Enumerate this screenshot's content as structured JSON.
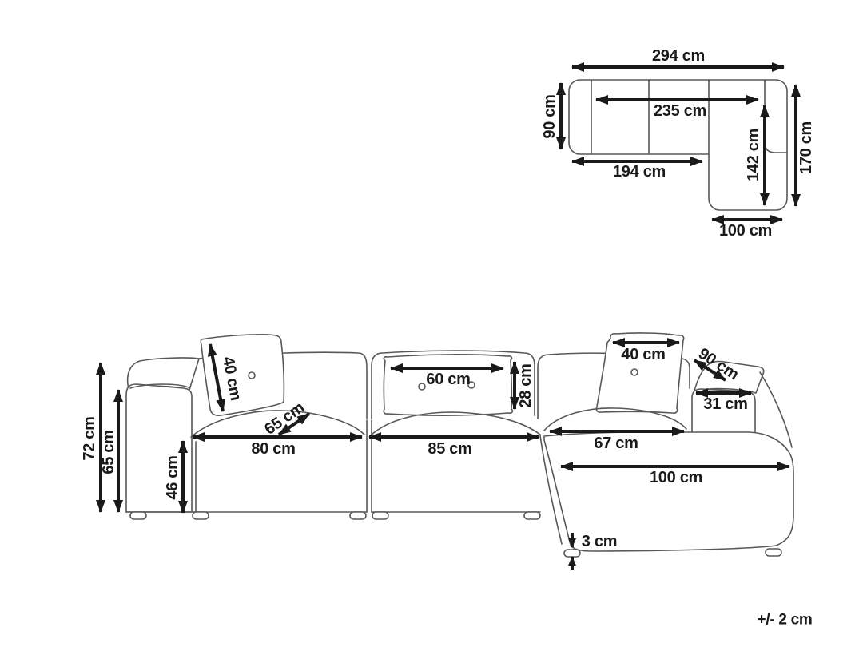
{
  "colors": {
    "background": "#ffffff",
    "outline": "#58585a",
    "dimension": "#1a1a1a"
  },
  "tolerance_note": "+/- 2 cm",
  "top_view": {
    "overall_width": "294 cm",
    "backrest_inner_width": "235 cm",
    "side_depth": "90 cm",
    "left_section_length": "194 cm",
    "chaise_inner_length": "142 cm",
    "chaise_outer_length": "170 cm",
    "chaise_width": "100 cm"
  },
  "front_view": {
    "overall_height": "72 cm",
    "armrest_height": "65 cm",
    "left_cushion_size": "40 cm",
    "seat_depth": "65 cm",
    "left_seat_width": "80 cm",
    "seat_height": "46 cm",
    "lumbar_cushion_width": "60 cm",
    "lumbar_cushion_height": "28 cm",
    "middle_seat_width": "85 cm",
    "right_cushion_size": "40 cm",
    "armrest_depth": "90 cm",
    "armrest_width": "31 cm",
    "right_seat_width": "67 cm",
    "chaise_front_length": "100 cm",
    "leg_height": "3 cm"
  }
}
